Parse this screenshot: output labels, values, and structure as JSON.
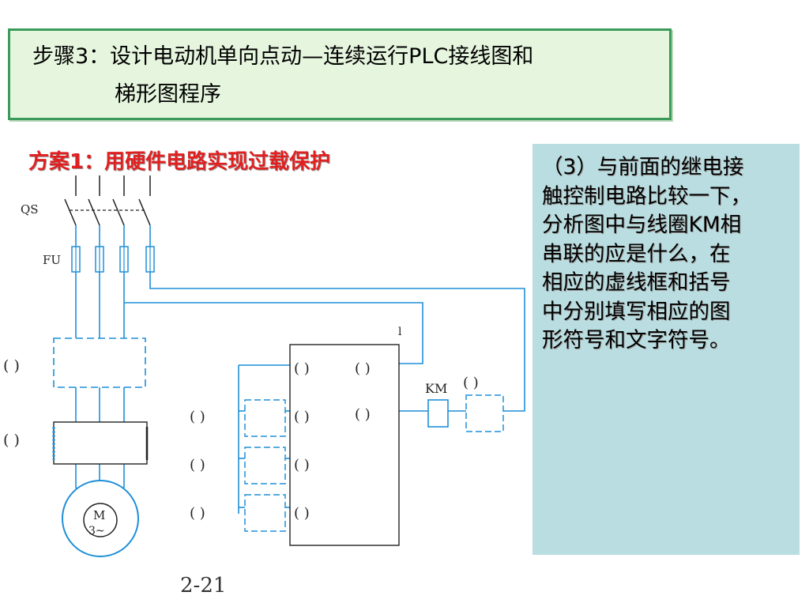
{
  "step_box": {
    "line1": "步骤3：设计电动机单向点动—连续运行PLC接线图和",
    "line2": "梯形图程序"
  },
  "plan_title": "方案1：用硬件电路实现过载保护",
  "question": {
    "lines": [
      "（3）与前面的继电接",
      "触控制电路比较一下，",
      "分析图中与线圈KM相",
      "串联的应是什么，在",
      "相应的虚线框和括号",
      "中分别填写相应的图",
      "形符号和文字符号。"
    ]
  },
  "diagram": {
    "qs_label": "QS",
    "fu_label": "FU",
    "km_label": "KM",
    "motor_m": "M",
    "motor_phase": "3~",
    "bracket": "(   )",
    "bracket_narrow": "(  )",
    "small_mark": "l"
  },
  "figure_number": "2-21",
  "colors": {
    "wire": "#1e8fd8",
    "frame": "#222222",
    "title_red": "#e02020",
    "panel_bg": "#b9dde0",
    "step_border": "#3a9b5a"
  }
}
